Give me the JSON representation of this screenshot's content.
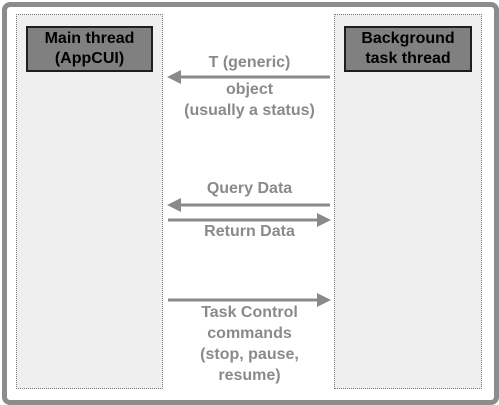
{
  "lanes": {
    "main_thread": "Main thread\n(AppCUI)",
    "background_thread": "Background\ntask thread"
  },
  "messages": {
    "status_object": [
      "T (generic)",
      "object",
      "(usually a status)"
    ],
    "query_data": "Query Data",
    "return_data": "Return Data",
    "task_control": [
      "Task Control",
      "commands",
      "(stop, pause,",
      "resume)"
    ]
  },
  "colors": {
    "frame": "#8c8c8c",
    "lane_fill": "#efefef",
    "title_fill": "#808080",
    "arrow": "#8a8a8a",
    "label_text": "#8a8a8a"
  }
}
